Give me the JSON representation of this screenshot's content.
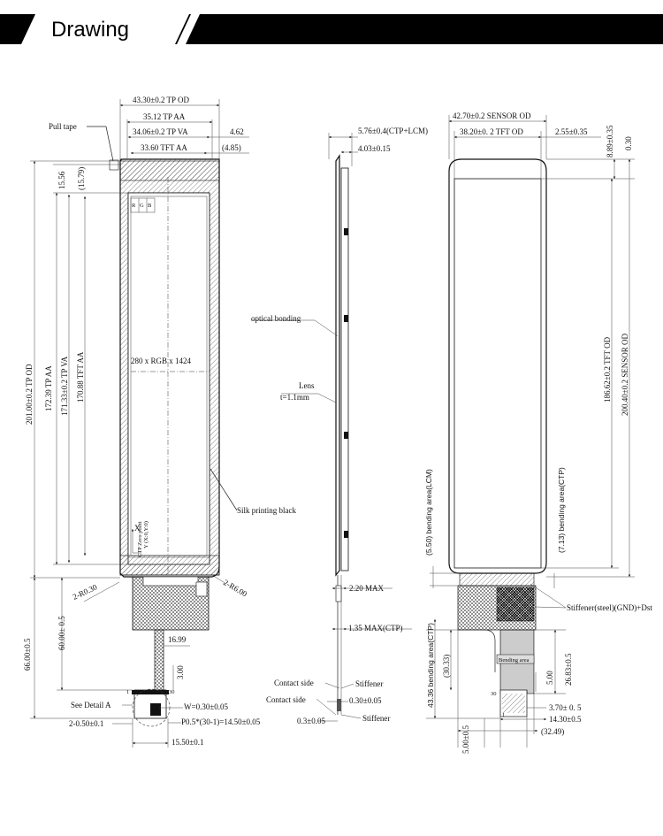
{
  "header": {
    "title": "Drawing"
  },
  "front_view": {
    "dims_top": [
      "43.30±0.2 TP OD",
      "35.12 TP AA",
      "34.06±0.2 TP VA",
      "33.60 TFT AA",
      "4.62",
      "(4.85)"
    ],
    "dims_left": [
      "201.00±0.2 TP OD",
      "172.39 TP AA",
      "171.33±0.2 TP VA",
      "170.88 TFT AA",
      "15.56",
      "(15.79)"
    ],
    "dims_lower_left": [
      "66.00±0.5",
      "60.00± 0.5",
      "2-R0.30"
    ],
    "labels": {
      "pull_tape": "Pull tape",
      "rgb": [
        "R",
        "G",
        "B"
      ],
      "resolution": "280 x RGB x 1424",
      "silk": "Silk printing black",
      "zero_point": "CTP Zero point",
      "x_axis": "X",
      "y_axis": "Y",
      "origin": "(X:0,Y:0)",
      "corner_radius": "2-R6.00",
      "detail": "See Detail A",
      "one": "1",
      "thirty": "30"
    },
    "dims_bottom": [
      "16.99",
      "3.00",
      "W=0.30±0.05",
      "P0.5*(30-1)=14.50±0.05",
      "2-0.50±0.1",
      "15.50±0.1"
    ]
  },
  "side_view": {
    "dims": [
      "5.76±0.4(CTP+LCM)",
      "4.03±0.15",
      "2.20 MAX",
      "1.35 MAX(CTP)",
      "0.30±0.05",
      "0.3±0.05"
    ],
    "labels": {
      "optical_bonding": "optical bonding",
      "lens": "Lens",
      "lens_thickness": "t=1.1mm",
      "contact_side_1": "Contact side",
      "contact_side_2": "Contact side",
      "stiffener_1": "Stiffener",
      "stiffener_2": "Stiffener"
    }
  },
  "rear_view": {
    "dims_top": [
      "42.70±0.2 SENSOR OD",
      "38.20±0. 2  TFT  OD",
      "2.55±0.35"
    ],
    "dims_right": [
      "8.89±0.35",
      "0.30",
      "186.62±0.2 TFT OD",
      "200.40±0.2 SENSOR OD"
    ],
    "dims_left": [
      "(5.50) bending area(LCM)",
      "(7.13) bending area(CTP)",
      "43.36 bending area(CTP)",
      "(30.33)"
    ],
    "labels": {
      "stiffener": "Stiffener(steel)(GND)+Dst",
      "bending_area": "Bending area",
      "thirty": "30",
      "one": "1"
    },
    "dims_bottom": [
      "26.83±0.5",
      "5.00",
      "3.70± 0. 5",
      "14.30±0.5",
      "(32.49)",
      "5.00±0.5"
    ]
  }
}
